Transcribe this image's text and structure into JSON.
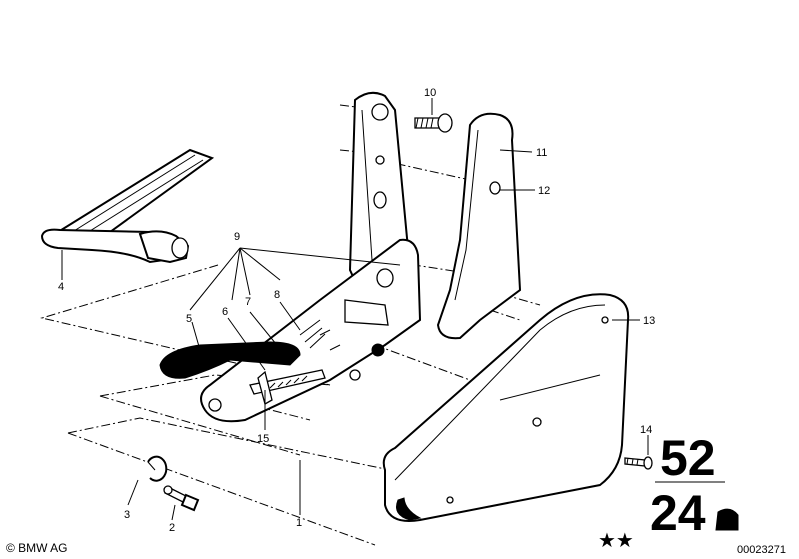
{
  "callouts": [
    "1",
    "2",
    "3",
    "4",
    "5",
    "6",
    "7",
    "8",
    "9",
    "10",
    "11",
    "12",
    "13",
    "14",
    "15"
  ],
  "group_number_top": "52",
  "group_number_bottom": "24",
  "stars": "★★",
  "copyright": "© BMW AG",
  "diagram_id": "00023271"
}
